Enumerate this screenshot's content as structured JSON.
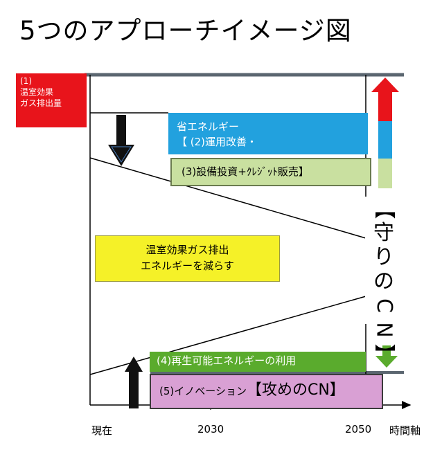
{
  "title": "5つのアプローチイメージ図",
  "labels": {
    "emission_1": "(1)",
    "emission_2": "温室効果",
    "emission_3": "ガス排出量"
  },
  "boxes": {
    "energy_saving_1": "省エネルギー",
    "energy_saving_2": "【 (2)運用改善・",
    "equipment": "(3)設備投資+ｸﾚｼﾞｯﾄ販売】",
    "center_1": "温室効果ガス排出",
    "center_2": "エネルギーを減らす",
    "renewable": "(4)再生可能エネルギーの利用",
    "innovation_prefix": "(5)イノベーション",
    "innovation_big": "【攻めのCN】"
  },
  "defensive_cn": [
    "【",
    "守",
    "り",
    "の",
    "C",
    "N",
    "】"
  ],
  "axis": {
    "now": "現在",
    "y2030": "2030",
    "y2050": "2050",
    "time_axis": "時間軸"
  },
  "colors": {
    "emission_red": "#e8141b",
    "energy_blue": "#22a1de",
    "equipment_green": "#c9e0a0",
    "center_yellow": "#f5f128",
    "renewable_green": "#5aab2d",
    "innovation_pink": "#d9a0d4",
    "baseline": "#5b6670"
  }
}
